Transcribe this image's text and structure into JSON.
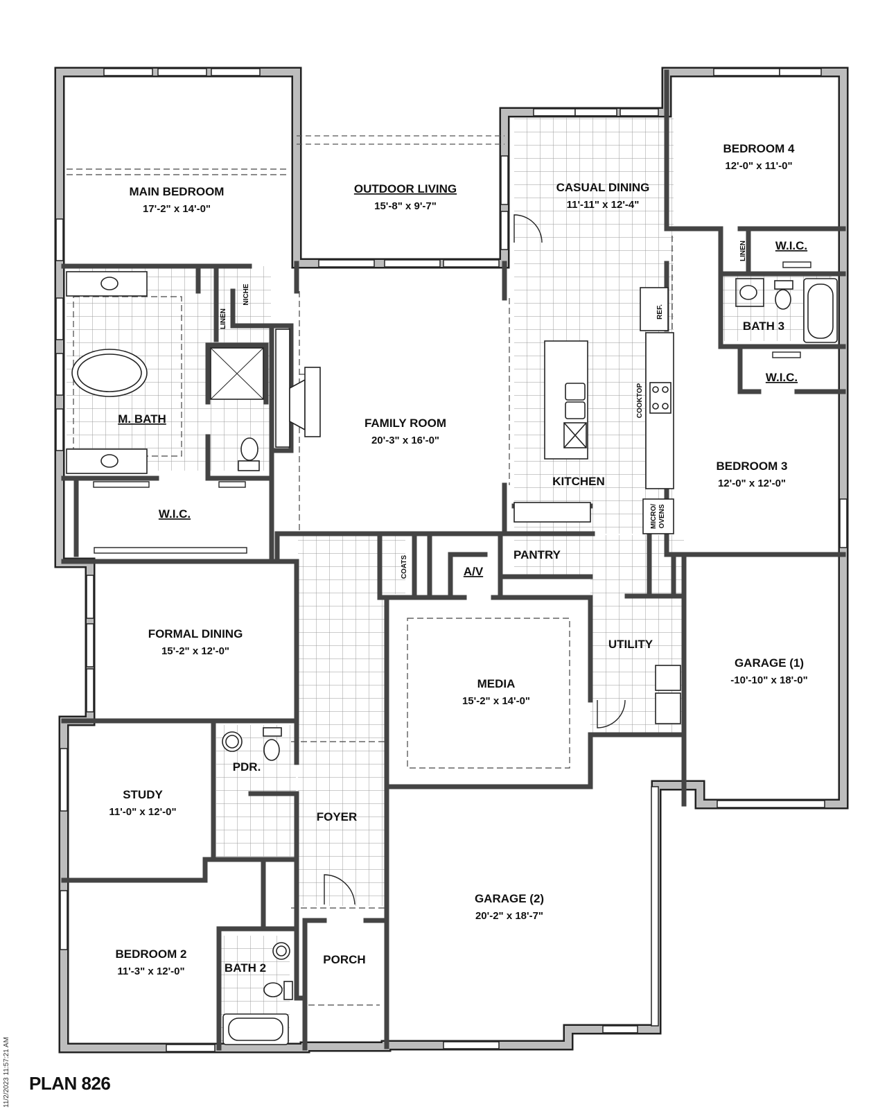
{
  "plan_title": "PLAN 826",
  "timestamp": "11/2/2023 11:57:21 AM",
  "rooms": {
    "main_bedroom": {
      "name": "MAIN BEDROOM",
      "dims": "17'-2\" x 14'-0\""
    },
    "outdoor_living": {
      "name": "OUTDOOR LIVING",
      "dims": "15'-8\" x 9'-7\""
    },
    "casual_dining": {
      "name": "CASUAL DINING",
      "dims": "11'-11\" x 12'-4\""
    },
    "bedroom_4": {
      "name": "BEDROOM 4",
      "dims": "12'-0\" x 11'-0\""
    },
    "m_bath": {
      "name": "M. BATH"
    },
    "family_room": {
      "name": "FAMILY ROOM",
      "dims": "20'-3\" x 16'-0\""
    },
    "kitchen": {
      "name": "KITCHEN"
    },
    "bedroom_3": {
      "name": "BEDROOM 3",
      "dims": "12'-0\" x 12'-0\""
    },
    "bath_3": {
      "name": "BATH 3"
    },
    "main_wic": {
      "name": "W.I.C."
    },
    "bed4_wic": {
      "name": "W.I.C."
    },
    "bed3_wic": {
      "name": "W.I.C."
    },
    "formal_dining": {
      "name": "FORMAL DINING",
      "dims": "15'-2\" x 12'-0\""
    },
    "av": {
      "name": "A/V"
    },
    "pantry": {
      "name": "PANTRY"
    },
    "media": {
      "name": "MEDIA",
      "dims": "15'-2\" x 14'-0\""
    },
    "utility": {
      "name": "UTILITY"
    },
    "garage_1": {
      "name": "GARAGE (1)",
      "dims": "-10'-10\" x 18'-0\""
    },
    "study": {
      "name": "STUDY",
      "dims": "11'-0\" x 12'-0\""
    },
    "pdr": {
      "name": "PDR."
    },
    "foyer": {
      "name": "FOYER"
    },
    "garage_2": {
      "name": "GARAGE (2)",
      "dims": "20'-2\" x 18'-7\""
    },
    "bedroom_2": {
      "name": "BEDROOM 2",
      "dims": "11'-3\" x 12'-0\""
    },
    "bath_2": {
      "name": "BATH 2"
    },
    "porch": {
      "name": "PORCH"
    }
  },
  "fixtures": {
    "linen_main": "LINEN",
    "niche": "NICHE",
    "linen_bed4": "LINEN",
    "ref": "REF.",
    "cooktop": "COOKTOP",
    "micro_ovens_1": "MICRO/",
    "micro_ovens_2": "OVENS",
    "coats": "COATS"
  },
  "colors": {
    "wall": "#8a8a8a",
    "wall_edge": "#222222",
    "tile_grid": "#9a9a9a",
    "text": "#111111"
  }
}
